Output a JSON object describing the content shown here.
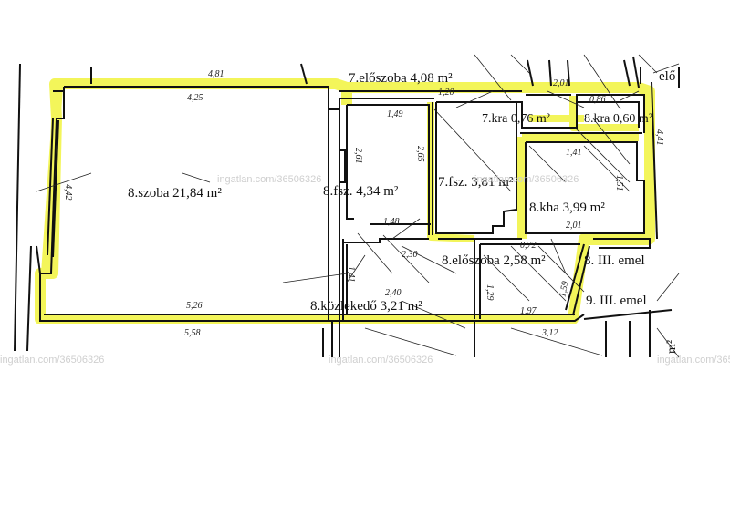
{
  "rooms": {
    "szoba": "8.szoba 21,84 m²",
    "fsz_8": "8.fsz. 4,34 m²",
    "fsz_7": "7.fsz. 3,81 m²",
    "kha": "8.kha 3,99 m²",
    "kra_7": "7.kra 0,76 m²",
    "kra_8": "8.kra 0,60 m²",
    "eloszoba_7": "7.előszoba 4,08 m²",
    "eloszoba_8": "8.előszoba 2,58 m²",
    "kozlekedo": "8.közlekedő 3,21 m²",
    "emelet_8": "8. III. emel",
    "emelet_9": "9. III. emel",
    "elo_cut": "elő",
    "m2_cut": "m²"
  },
  "dimensions": {
    "top_outer": "4,81",
    "top_inner": "4,25",
    "bottom_inner": "5,26",
    "bottom_outer": "5,58",
    "left_wall": "4,42",
    "fsz8_width": "1,49",
    "fsz8_height": "2,61",
    "fsz8_bottom": "1,48",
    "fsz7_height": "2,65",
    "eloszoba7_width": "1,20",
    "kra_top": "2,01",
    "kra_inner": "0,86",
    "kha_width": "1,41",
    "kha_right": "1,51",
    "kha_bottom": "2,01",
    "kozl_left": "1,41",
    "kozl_mid": "2,30",
    "kozl_bottom": "2,40",
    "kozl_right": "1,29",
    "elo8_bottom": "1,97",
    "elo8_right": "1,59",
    "bottom_right": "3,12",
    "misc_a": "0,72",
    "misc_b": "4,41"
  },
  "watermark": "ingatlan.com/36506326",
  "colors": {
    "highlight": "#f3f55a",
    "wall": "#111111",
    "paper": "#ffffff"
  }
}
